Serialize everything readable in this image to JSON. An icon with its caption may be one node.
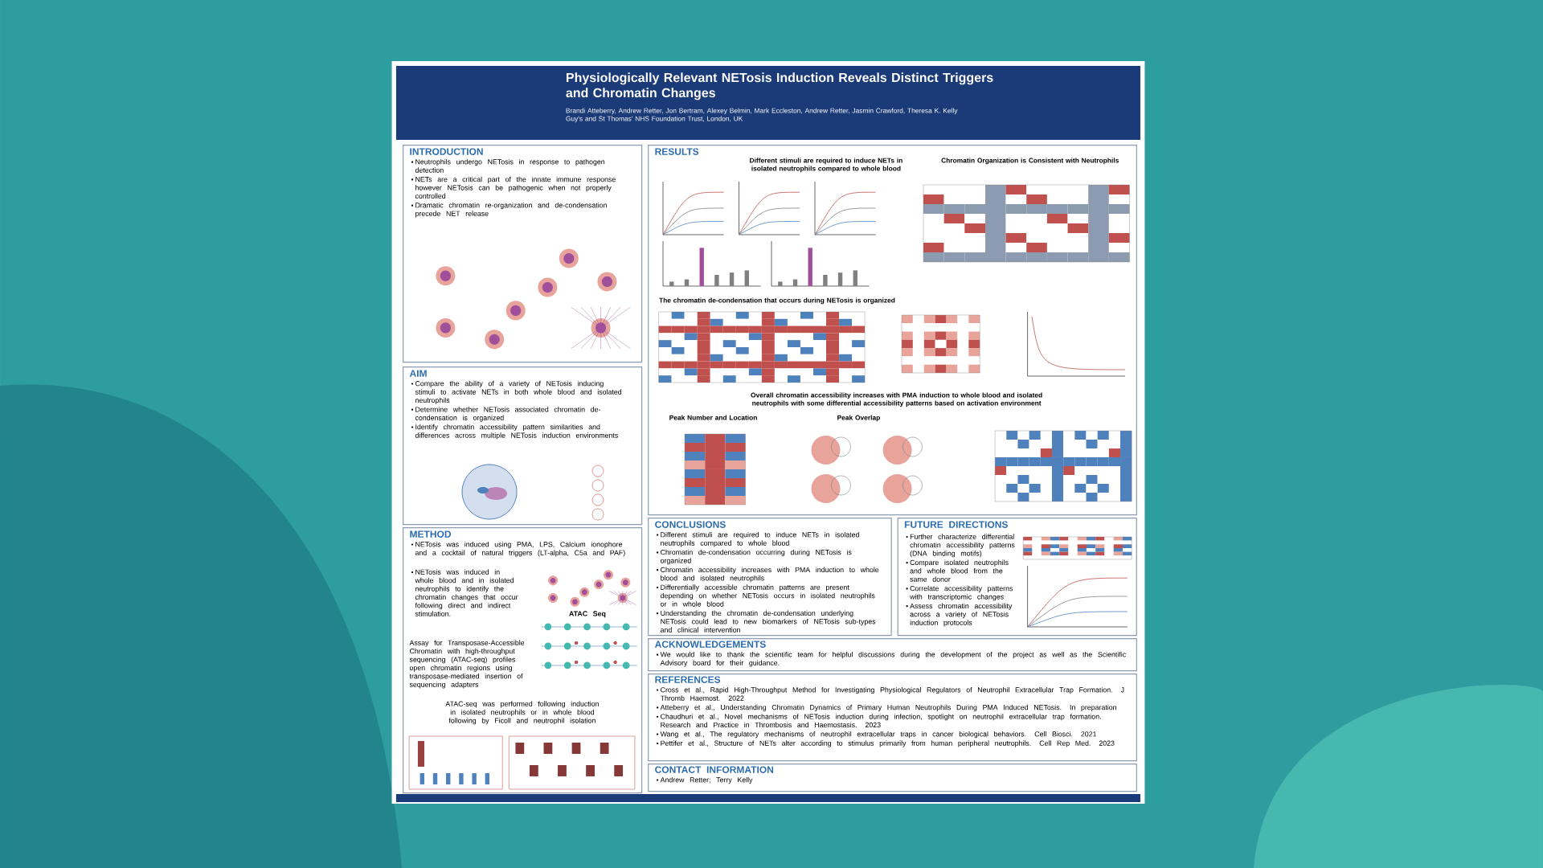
{
  "diagram": {
    "title": "Physiologically Relevant NETosis Induction Reveals Distinct Triggers and Chromatin Changes",
    "nodes": [
      {
        "text": [
          "INTRODUCTION",
          "Neutrophils undergo NETosis in response to pathogen detection",
          "NETs are a critical part of the innate immune response however NETosis can be pathogenic when not properly controlled",
          "Dramatic chromatin re-organization and de-condensation precede NET release"
        ]
      },
      {
        "text": [
          "AIM",
          "Compare the ability of a variety of NETosis inducing stimuli to activate NETs in both whole blood and isolated neutrophils",
          "Determine whether NETosis associated chromatin de-condensation is organized",
          "Identify chromatin accessibility pattern similarities and differences across multiple NETosis induction environments"
        ]
      },
      {
        "text": [
          "METHOD",
          "NETosis was induced using PMA, LPS, Calcium ionophore and a cocktail of natural triggers (LT-alpha, C5a and PAF)",
          "NETosis was induced in whole blood and in isolated neutrophils to identify the chromatin changes that occur following direct and indirect stimulation.",
          "Assay for Transposase-Accessible Chromatin with high-throughput sequencing (ATAC-seq) profiles open chromatin regions using transposase-mediated insertion of sequencing adapters",
          "ATAC Seq",
          "ATAC-seq was performed following induction in isolated neutrophils or in whole blood following by Ficoll and neutrophil isolation"
        ]
      },
      {
        "text": [
          "RESULTS"
        ]
      },
      {
        "text": [
          "CONCLUSIONS",
          "Different stimuli are required to induce NETs in isolated neutrophils compared to whole blood",
          "Chromatin de-condensation occurring during NETosis is organized",
          "Chromatin accessibility increases with PMA induction to whole blood and isolated neutrophils",
          "Differentially accessible chromatin patterns are present depending on whether NETosis occurs in isolated neutrophils or in whole blood",
          "Understanding the chromatin de-condensation underlying NETosis could lead to new biomarkers of NETosis sub-types and clinical intervention"
        ]
      },
      {
        "text": [
          "FUTURE DIRECTIONS",
          "Further characterize differential chromatin accessibility patterns (DNA binding motifs)",
          "Compare isolated neutrophils and whole blood from the same donor",
          "Correlate accessibility patterns with transcriptomic changes",
          "Assess chromatin accessibility across a variety of NETosis induction protocols"
        ]
      },
      {
        "text": [
          "ACKNOWLEDGEMENTS",
          "We would like to thank the scientific team for helpful discussions during the development of the project as well as the Scientific Advisory board for their guidance."
        ]
      },
      {
        "text": [
          "REFERENCES",
          "Cross et al., Rapid High-Throughput Method for Investigating Physiological Regulators of Neutrophil Extracellular Trap Formation. J Thromb Haemost. 2022",
          "Atteberry et al., Understanding Chromatin Dynamics of Primary Human Neutrophils During PMA Induced NETosis. In preparation",
          "Chaudhuri et al., Novel mechanisms of NETosis induction during infection, spotlight on neutrophil extracellular trap formation. Research and Practice in Thrombosis and Haemostasis. 2023",
          "Wang et al., The regulatory mechanisms of neutrophil extracellular traps in cancer biological behaviors. Cell Biosci. 2021",
          "Pettifer et al., Structure of NETs alter according to stimulus primarily from human peripheral neutrophils. Cell Rep Med. 2023"
        ]
      },
      {
        "text": [
          "CONTACT INFORMATION",
          "Andrew Retter; Terry Kelly"
        ]
      }
    ],
    "labels": [
      "Brandi Atteberry, Andrew Retter, Jon Bertram, Alexey Belmin, Mark Eccleston, Andrew Retter, Jasmin Crawford, Theresa K. Kelly",
      "Guy's and St Thomas' NHS Foundation Trust, London, UK",
      "Different stimuli are required to induce NETs in isolated neutrophils compared to whole blood",
      "Chromatin Organization is Consistent with Neutrophils",
      "The chromatin de-condensation that occurs during NETosis is organized",
      "Overall chromatin accessibility increases with PMA induction to whole blood and isolated neutrophils with some differential accessibility patterns based on activation environment",
      "Peak Number and Location",
      "Peak Overlap"
    ]
  }
}
